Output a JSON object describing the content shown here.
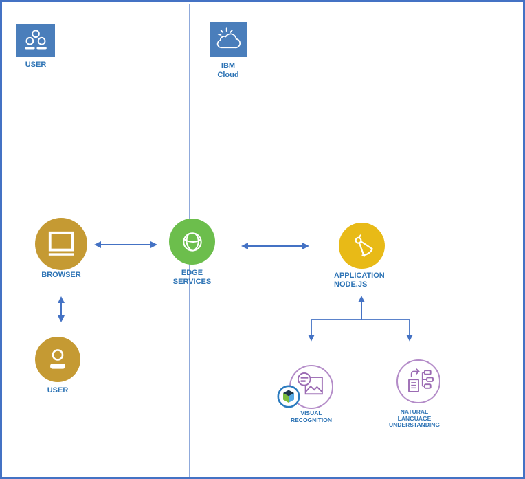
{
  "colors": {
    "border": "#4472C4",
    "divider": "#8FA9DB",
    "arrow": "#4472C4",
    "label": "#2E74B5",
    "square-blue": "#4A7EBB",
    "gold": "#C59A33",
    "yellow": "#E8BA17",
    "green": "#6CBE4C",
    "purple": "#B48CC8",
    "purple-icon": "#9B6BB3",
    "badge-ring": "#2B7BBF",
    "cube-dark": "#1D3649",
    "cube-blue": "#56A9E5",
    "cube-green": "#7DBE3C"
  },
  "zones": {
    "left": {
      "legend": "USER",
      "icon": "users-icon"
    },
    "right": {
      "legend_lines": [
        "IBM",
        "Cloud"
      ],
      "icon": "cloud-icon"
    }
  },
  "nodes": {
    "user_group": {
      "label": "USER",
      "icon": "users-icon",
      "shape": "square"
    },
    "ibm_cloud": {
      "lines": [
        "IBM",
        "Cloud"
      ],
      "icon": "cloud-icon",
      "shape": "square"
    },
    "browser": {
      "label": "BROWSER",
      "icon": "monitor-icon",
      "shape": "circle"
    },
    "edge_services": {
      "lines": [
        "EDGE",
        "SERVICES"
      ],
      "icon": "globe-icon",
      "shape": "circle"
    },
    "application": {
      "lines": [
        "APPLICATION",
        "NODE.JS"
      ],
      "icon": "compass-icon",
      "shape": "circle"
    },
    "user": {
      "label": "USER",
      "icon": "person-icon",
      "shape": "circle"
    },
    "visual_recognition": {
      "lines": [
        "VISUAL",
        "RECOGNITION"
      ],
      "icon": "image-recognition-icon",
      "badge": "cube-badge",
      "shape": "outlined-circle"
    },
    "nlu": {
      "lines": [
        "NATURAL",
        "LANGUAGE",
        "UNDERSTANDING"
      ],
      "icon": "document-extraction-icon",
      "shape": "outlined-circle"
    }
  },
  "edges": [
    {
      "from": "browser",
      "to": "edge_services",
      "style": "bidirectional"
    },
    {
      "from": "edge_services",
      "to": "application",
      "style": "bidirectional"
    },
    {
      "from": "browser",
      "to": "user",
      "style": "bidirectional"
    },
    {
      "from": "application",
      "to": "visual_recognition",
      "style": "branch-down"
    },
    {
      "from": "application",
      "to": "nlu",
      "style": "branch-down"
    }
  ]
}
